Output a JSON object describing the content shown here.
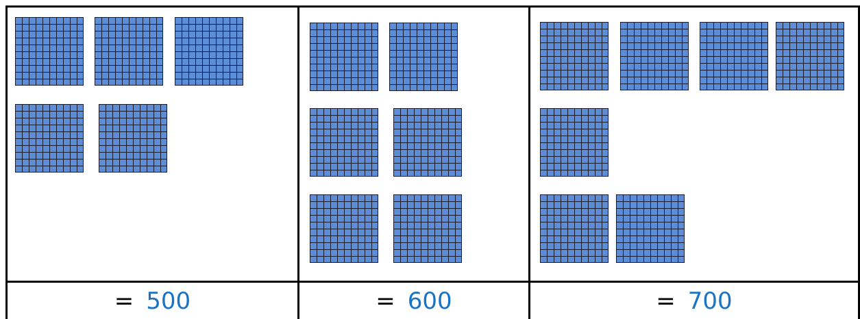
{
  "panels": [
    {
      "blocks": 5,
      "equals": "=",
      "value": "500"
    },
    {
      "blocks": 6,
      "equals": "=",
      "value": "600"
    },
    {
      "blocks": 7,
      "equals": "=",
      "value": "700"
    }
  ],
  "colors": {
    "block_fill": "#5b8ed6",
    "grid_line": "#1a1a2e",
    "answer_value": "#1a73c7"
  }
}
